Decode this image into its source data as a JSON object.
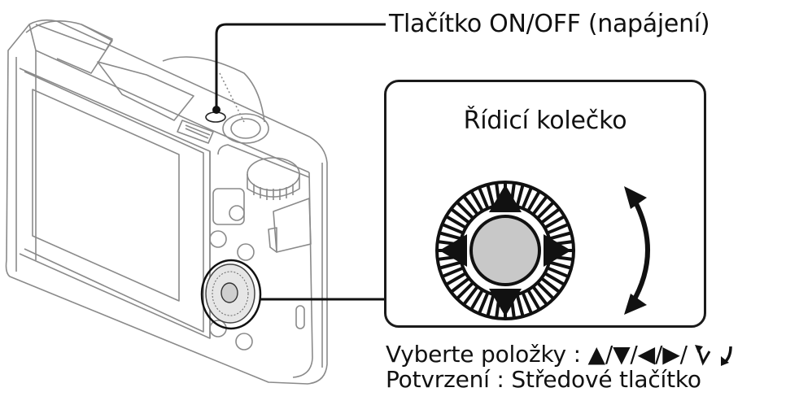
{
  "labels": {
    "power_button": "Tlačítko ON/OFF (napájení)",
    "control_wheel_title": "Řídicí kolečko"
  },
  "instructions": {
    "select_items_label": "Vyberte položky",
    "separator": " : ",
    "select_items_keys": "▲/▼/◀/▶/",
    "select_items_icons": [
      "rotate-counterclockwise-icon",
      "rotate-clockwise-icon"
    ],
    "confirm_label": "Potvrzení",
    "confirm_value": "Středové tlačítko"
  },
  "dial": {
    "direction_icons": [
      "arrow-up-icon",
      "arrow-down-icon",
      "arrow-left-icon",
      "arrow-right-icon"
    ],
    "center_button_color": "#c8c8c8",
    "rotation_indicator": "double-headed-curved-arrow"
  },
  "illustration": {
    "subject": "compact camera, rear view",
    "line_color": "#7a7a7a",
    "leader_color": "#111111"
  }
}
